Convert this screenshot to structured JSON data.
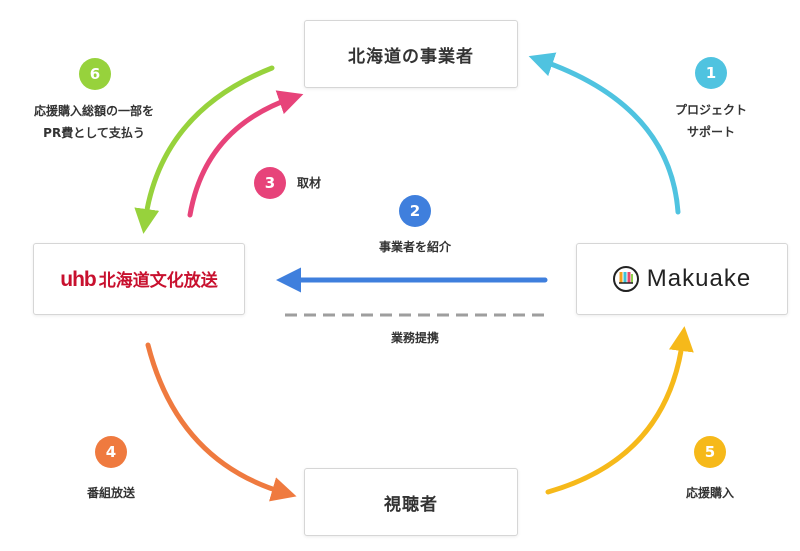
{
  "nodes": {
    "hokkaido_business": "北海道の事業者",
    "uhb_mark": "uhb",
    "uhb_name": "北海道文化放送",
    "makuake": "Makuake",
    "viewers": "視聴者"
  },
  "steps": [
    {
      "number": "1",
      "lines": [
        "プロジェクト",
        "サポート"
      ],
      "color": "#4fc3e0"
    },
    {
      "number": "2",
      "lines": [
        "事業者を紹介"
      ],
      "color": "#3f7fdd"
    },
    {
      "number": "3",
      "lines": [
        "取材"
      ],
      "color": "#e7437a"
    },
    {
      "number": "4",
      "lines": [
        "番組放送"
      ],
      "color": "#ef7a3f"
    },
    {
      "number": "5",
      "lines": [
        "応援購入"
      ],
      "color": "#f6b91a"
    },
    {
      "number": "6",
      "lines": [
        "応援購入総額の一部を",
        "PR費として支払う"
      ],
      "color": "#97d23c"
    }
  ],
  "partnership_label": "業務提携",
  "colors": {
    "dash": "#9e9e9e",
    "makuake_logo": [
      "#f3a21c",
      "#3ec3d6",
      "#e54a6f",
      "#8fd14f"
    ]
  }
}
